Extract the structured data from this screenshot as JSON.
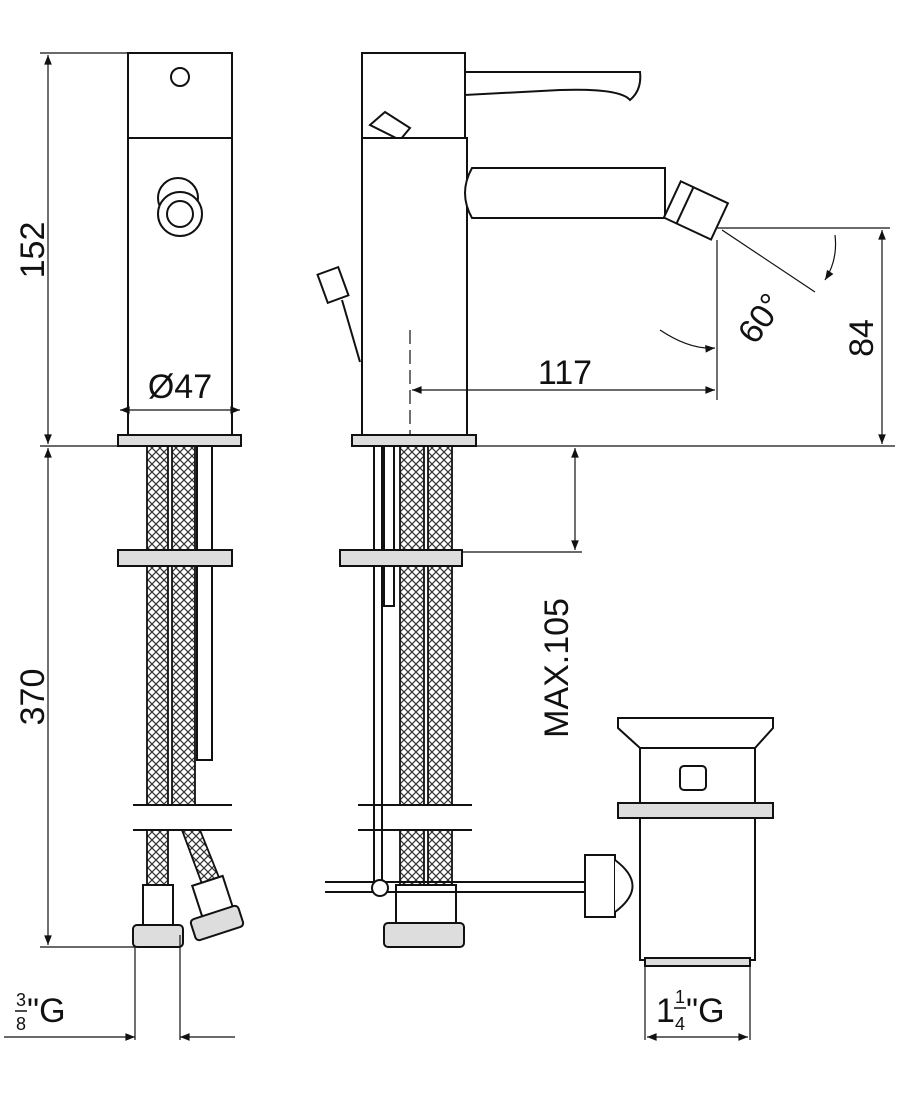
{
  "dimensions": {
    "total_height_above": "152",
    "hose_length": "370",
    "body_diameter": "Ø47",
    "spout_reach": "117",
    "spray_angle": "60°",
    "spout_height": "84",
    "max_deck_thickness": "MAX.105",
    "hose_thread": {
      "whole": "",
      "num": "3",
      "den": "8",
      "suffix": "\"G"
    },
    "waste_thread": {
      "whole": "1",
      "num": "1",
      "den": "4",
      "suffix": "\"G"
    }
  }
}
